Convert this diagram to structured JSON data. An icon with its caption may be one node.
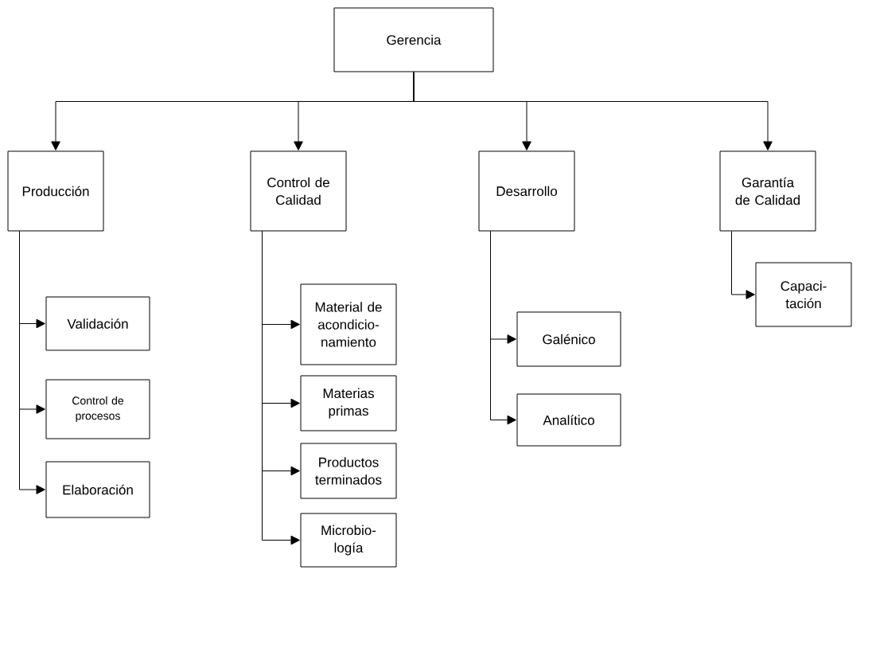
{
  "diagram": {
    "nodes": [
      {
        "text": [
          "Gerencia"
        ]
      },
      {
        "text": [
          "Producción"
        ]
      },
      {
        "text": [
          "Control de Calidad"
        ]
      },
      {
        "text": [
          "Desarrollo"
        ]
      },
      {
        "text": [
          "Garantía de Calidad"
        ]
      },
      {
        "text": [
          "Validación"
        ]
      },
      {
        "text": [
          "Control de procesos"
        ]
      },
      {
        "text": [
          "Elaboración"
        ]
      },
      {
        "text": [
          "Material de acondicio- namiento"
        ]
      },
      {
        "text": [
          "Materias primas"
        ]
      },
      {
        "text": [
          "Productos terminados"
        ]
      },
      {
        "text": [
          "Microbio- logía"
        ]
      },
      {
        "text": [
          "Galénico"
        ]
      },
      {
        "text": [
          "Analítico"
        ]
      },
      {
        "text": [
          "Capaci- tación"
        ]
      }
    ],
    "edges": [
      {
        "from": 0,
        "to": 1,
        "arrow": "to"
      },
      {
        "from": 0,
        "to": 2,
        "arrow": "to"
      },
      {
        "from": 0,
        "to": 3,
        "arrow": "to"
      },
      {
        "from": 0,
        "to": 4,
        "arrow": "to"
      },
      {
        "from": 1,
        "to": 5,
        "arrow": "to"
      },
      {
        "from": 1,
        "to": 6,
        "arrow": "to"
      },
      {
        "from": 1,
        "to": 7,
        "arrow": "to"
      },
      {
        "from": 2,
        "to": 8,
        "arrow": "to"
      },
      {
        "from": 2,
        "to": 9,
        "arrow": "to"
      },
      {
        "from": 2,
        "to": 10,
        "arrow": "to"
      },
      {
        "from": 2,
        "to": 11,
        "arrow": "to"
      },
      {
        "from": 3,
        "to": 12,
        "arrow": "to"
      },
      {
        "from": 3,
        "to": 13,
        "arrow": "to"
      },
      {
        "from": 4,
        "to": 14,
        "arrow": "to"
      }
    ]
  }
}
